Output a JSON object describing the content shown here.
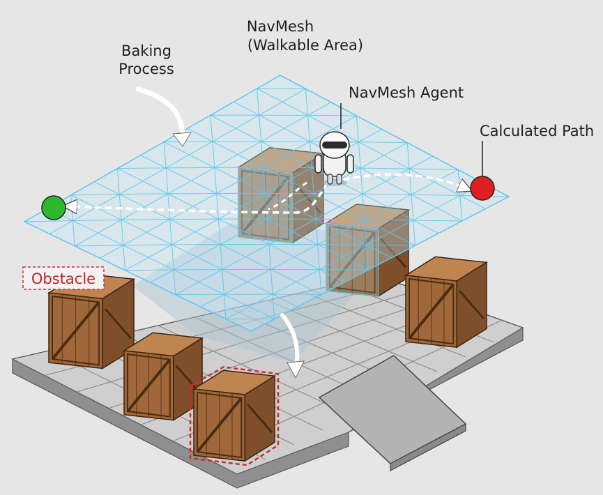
{
  "labels": {
    "baking_line1": "Baking",
    "baking_line2": "Process",
    "navmesh_line1": "NavMesh",
    "navmesh_line2": "(Walkable Area)",
    "agent": "NavMesh Agent",
    "path": "Calculated Path",
    "obstacle": "Obstacle"
  },
  "colors": {
    "background": "#e6e6e6",
    "navmesh": "#5cc8f0",
    "floor_tile": "#cfcfcf",
    "floor_side": "#8f8f8f",
    "crate": "#a0683a",
    "path_line": "#ffffff",
    "start_marker": "#2eb82e",
    "end_marker": "#e02020",
    "obstacle_highlight": "#d02a2a"
  },
  "icons": {
    "start": "green-start-marker",
    "end": "red-destination-marker",
    "agent": "robot-agent-icon",
    "baking_arrow": "curved-arrow-icon"
  }
}
